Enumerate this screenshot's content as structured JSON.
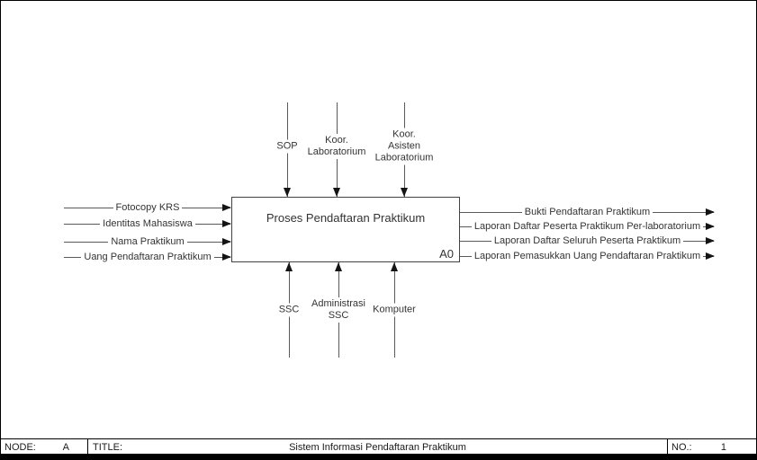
{
  "diagram": {
    "type": "IDEF0 context diagram",
    "process_box": {
      "title": "Proses Pendaftaran Praktikum",
      "node_id": "A0"
    },
    "inputs": [
      {
        "label": "Fotocopy KRS"
      },
      {
        "label": "Identitas Mahasiswa"
      },
      {
        "label": "Nama Praktikum"
      },
      {
        "label": "Uang Pendaftaran Praktikum"
      }
    ],
    "outputs": [
      {
        "label": "Bukti Pendaftaran Praktikum"
      },
      {
        "label": "Laporan Daftar Peserta Praktikum Per-laboratorium"
      },
      {
        "label": "Laporan Daftar Seluruh Peserta Praktikum"
      },
      {
        "label": "Laporan Pemasukkan Uang Pendaftaran Praktikum"
      }
    ],
    "controls": [
      {
        "label": "SOP"
      },
      {
        "label": "Koor.\nLaboratorium"
      },
      {
        "label": "Koor.\nAsisten\nLaboratorium"
      }
    ],
    "mechanisms": [
      {
        "label": "SSC"
      },
      {
        "label": "Administrasi\nSSC"
      },
      {
        "label": "Komputer"
      }
    ]
  },
  "title_block": {
    "node_label": "NODE:",
    "node_value": "A",
    "title_label": "TITLE:",
    "title_value": "Sistem Informasi Pendaftaran Praktikum",
    "no_label": "NO.:",
    "no_value": "1"
  },
  "colors": {
    "background": "#ffffff",
    "border": "#000000",
    "line": "#595959",
    "arrowhead": "#141414",
    "text": "#333333"
  }
}
